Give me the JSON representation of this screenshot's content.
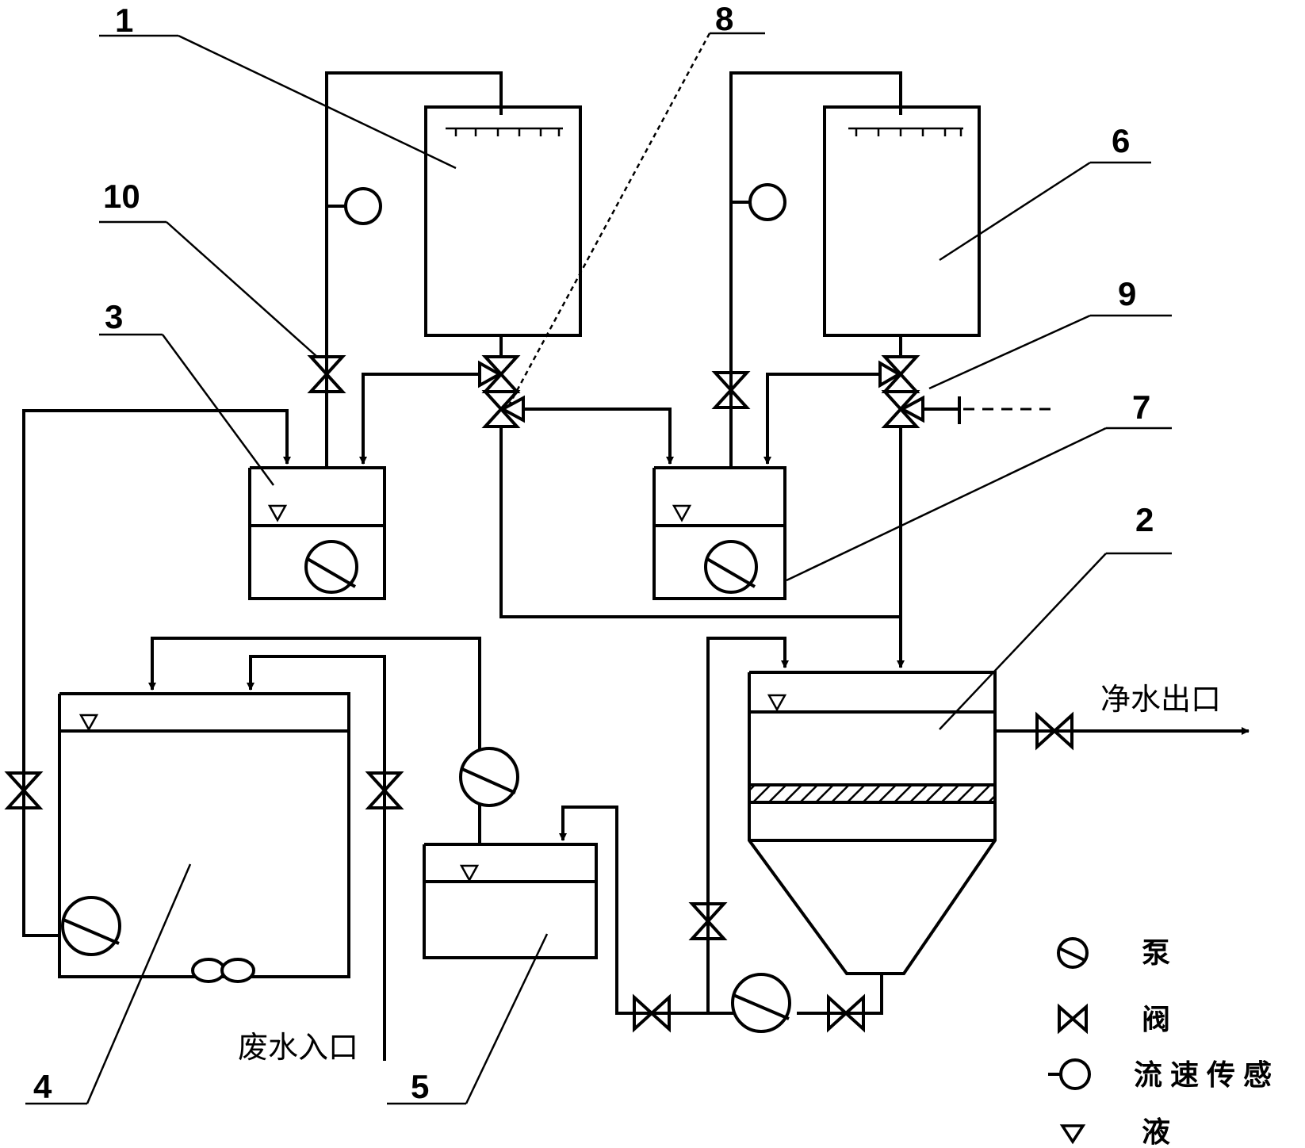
{
  "labels": {
    "n1": "1",
    "n2": "2",
    "n3": "3",
    "n4": "4",
    "n5": "5",
    "n6": "6",
    "n7": "7",
    "n8": "8",
    "n9": "9",
    "n10": "10"
  },
  "annotations": {
    "clean_water_outlet": "净水出口",
    "wastewater_inlet": "废水入口"
  },
  "legend": {
    "pump": "泵",
    "valve": "阀",
    "flow_sensor": "流速传感",
    "liquid": "液"
  }
}
